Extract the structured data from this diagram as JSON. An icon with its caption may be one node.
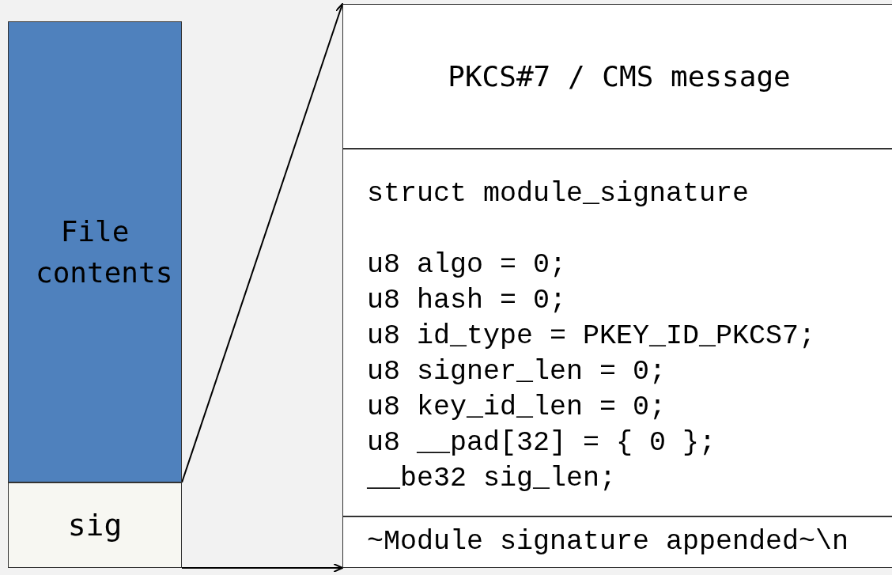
{
  "diagram": {
    "nodes": [
      {
        "text": [
          "File contents"
        ]
      },
      {
        "text": [
          "sig"
        ]
      },
      {
        "text": [
          "PKCS#7 / CMS message"
        ]
      },
      {
        "text": [
          "struct module_signature",
          "u8 algo = 0;",
          "u8 hash = 0;",
          "u8 id_type = PKEY_ID_PKCS7;",
          "u8 signer_len = 0;",
          "u8 key_id_len = 0;",
          "u8 __pad[32] = { 0 };",
          "__be32 sig_len;"
        ]
      },
      {
        "text": [
          "~Module signature appended~\\n"
        ]
      }
    ],
    "edges": [
      {
        "from": 1,
        "to": 2,
        "arrow": "to"
      },
      {
        "from": 1,
        "to": 4,
        "arrow": "to"
      }
    ]
  }
}
